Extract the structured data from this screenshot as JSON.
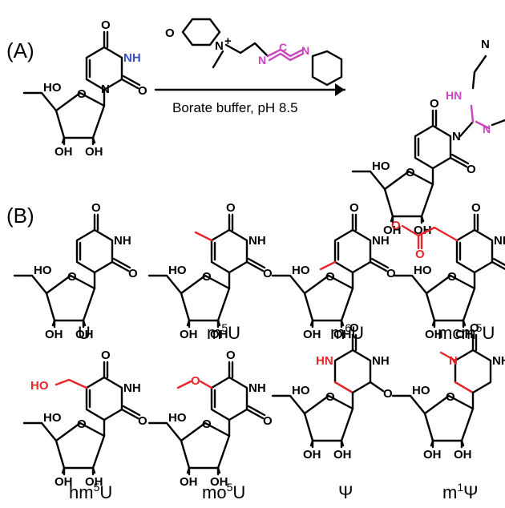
{
  "panels": {
    "a": "(A)",
    "b": "(B)"
  },
  "reaction": {
    "condition": "Borate buffer, pH 8.5"
  },
  "atoms": {
    "nh": "NH",
    "n": "N",
    "o": "O",
    "ho": "HO",
    "oh": "OH",
    "hn": "HN",
    "n_plus": "N",
    "plus": "+"
  },
  "compounds": [
    {
      "label": "U"
    },
    {
      "label": "m",
      "sup": "5",
      "tail": "U"
    },
    {
      "label": "m",
      "sup": "6",
      "tail": "U"
    },
    {
      "label": "mcm",
      "sup": "5",
      "tail": "U"
    },
    {
      "label": "hm",
      "sup": "5",
      "tail": "U"
    },
    {
      "label": "mo",
      "sup": "5",
      "tail": "U"
    },
    {
      "label": "Ψ"
    },
    {
      "label": "m",
      "sup": "1",
      "tail": "Ψ"
    }
  ],
  "colors": {
    "modification": "#e8262a",
    "nh_highlight": "#3a4fbf",
    "carbodiimide": "#cc44bb"
  }
}
